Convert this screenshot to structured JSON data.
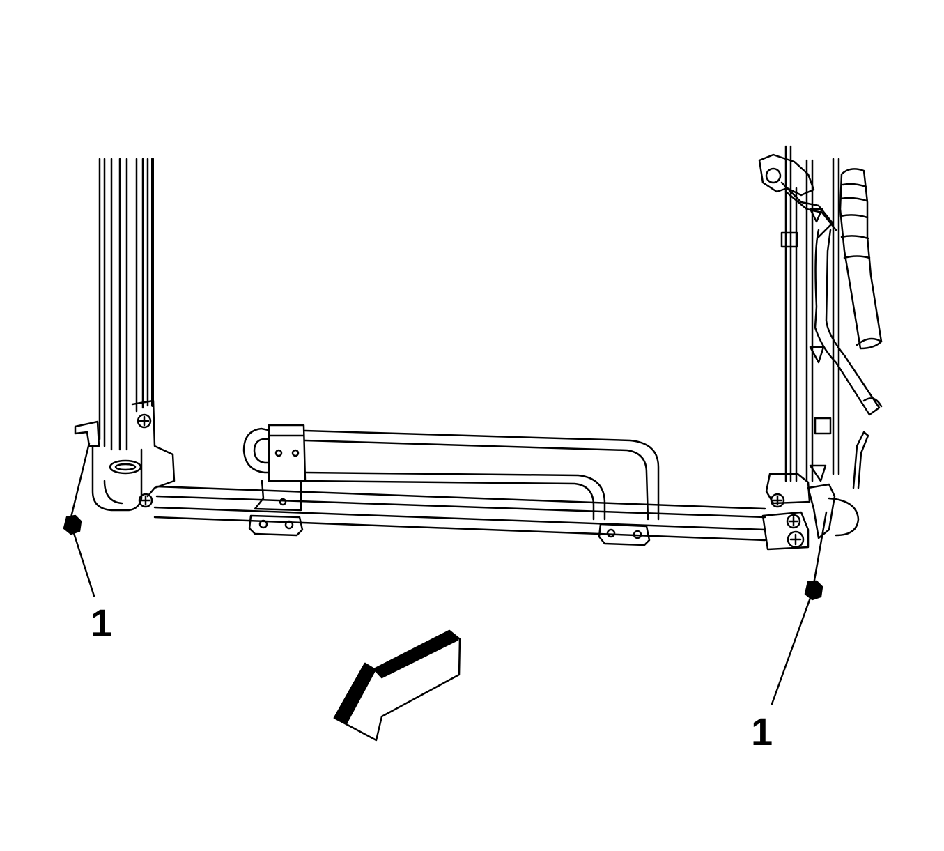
{
  "callouts": [
    {
      "id": "left",
      "label": "1",
      "part": "nut-fastener"
    },
    {
      "id": "right",
      "label": "1",
      "part": "nut-fastener"
    }
  ],
  "icons": {
    "direction": "front-direction-arrow-icon",
    "fastener": "hex-nut-icon"
  },
  "colors": {
    "line": "#000000",
    "background": "#ffffff"
  }
}
